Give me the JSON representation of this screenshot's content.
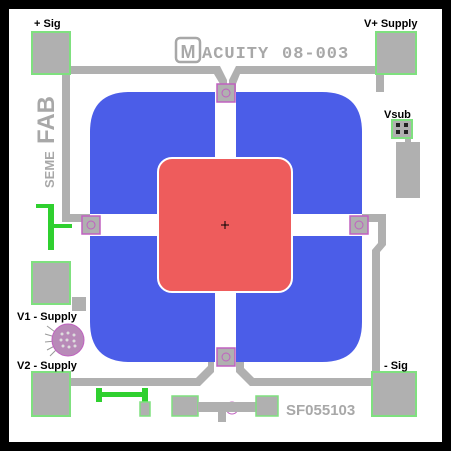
{
  "pads": {
    "plus_sig": "+ Sig",
    "vplus_supply": "V+ Supply",
    "vsub": "Vsub",
    "v1_supply": "V1 - Supply",
    "v2_supply": "V2 - Supply",
    "minus_sig": "- Sig"
  },
  "branding": {
    "logo_letter": "M",
    "product": "ACUITY",
    "part_code": "08-003",
    "vendor_prefix": "SEME",
    "vendor_suffix": "FAB",
    "serial": "SF055103"
  },
  "colors": {
    "frame": "#000000",
    "substrate": "#ffffff",
    "metal": "#b0b0b0",
    "pad_edge": "#7fe07f",
    "piezo_blue": "#4b5de8",
    "diaphragm_red": "#ee5c5c",
    "via_magenta": "#c060c0"
  }
}
